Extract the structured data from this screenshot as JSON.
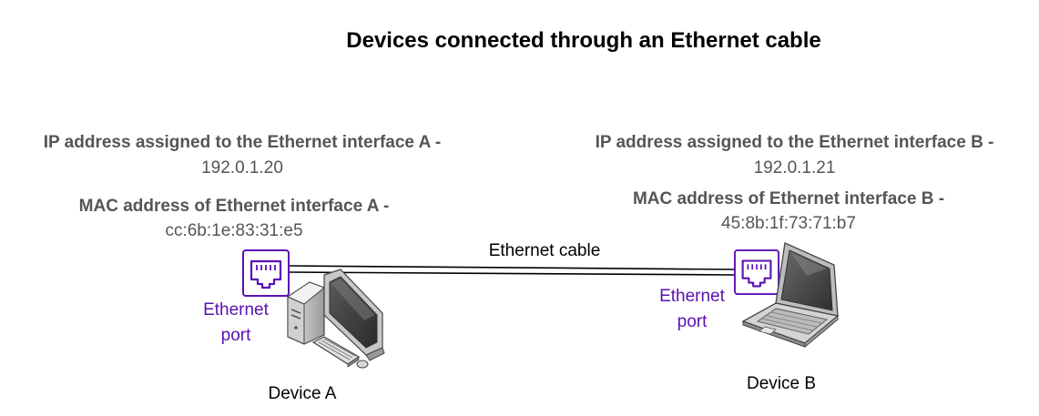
{
  "title": "Devices connected through an Ethernet cable",
  "device_a": {
    "ip_label": "IP address assigned to the Ethernet interface A -",
    "ip_value": "192.0.1.20",
    "mac_label": "MAC address of Ethernet interface A -",
    "mac_value": "cc:6b:1e:83:31:e5",
    "port_line1": "Ethernet",
    "port_line2": "port",
    "name": "Device A"
  },
  "device_b": {
    "ip_label": "IP address assigned to the Ethernet interface B -",
    "ip_value": "192.0.1.21",
    "mac_label": "MAC address of Ethernet interface B -",
    "mac_value": "45:8b:1f:73:71:b7",
    "port_line1": "Ethernet",
    "port_line2": "port",
    "name": "Device B"
  },
  "cable_label": "Ethernet cable",
  "colors": {
    "port": "#5b10b4",
    "label": "#555555",
    "cable": "#000000"
  },
  "icons": {
    "port_icon": "ethernet-port-icon",
    "desktop_icon": "desktop-computer-icon",
    "laptop_icon": "laptop-icon"
  }
}
